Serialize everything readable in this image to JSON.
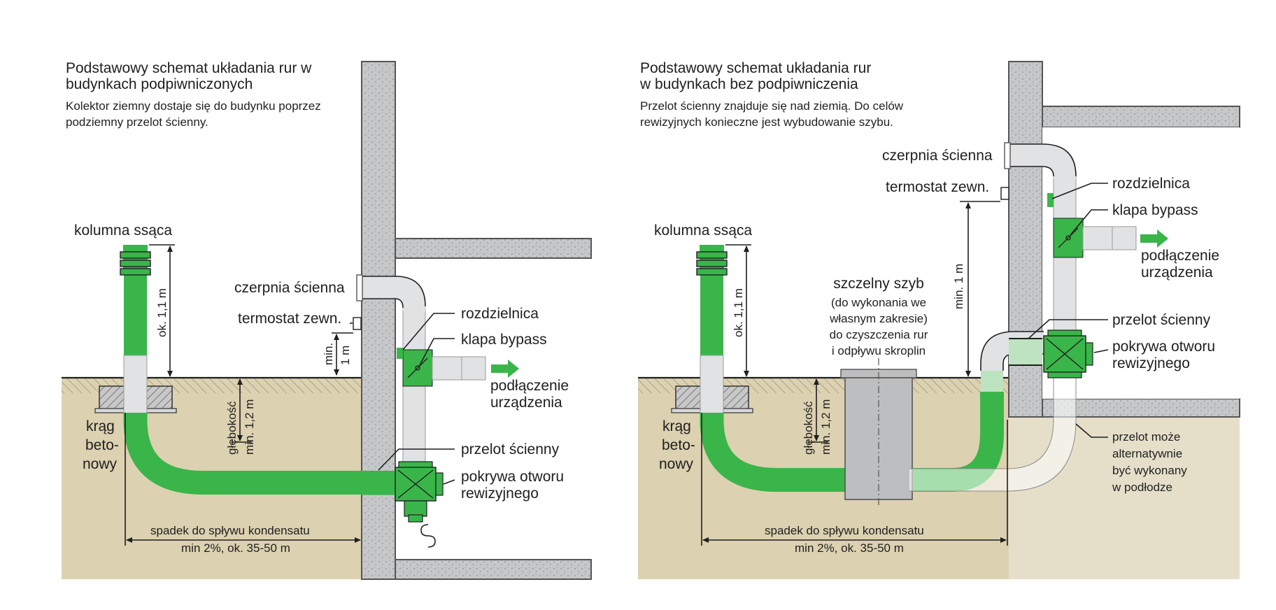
{
  "left": {
    "title_line1": "Podstawowy schemat układania rur w",
    "title_line2": "budynkach podpiwniczonych",
    "desc_line1": "Kolektor ziemny dostaje się do budynku poprzez",
    "desc_line2": "podziemny przelot ścienny.",
    "kolumna": "kolumna ssąca",
    "krag": [
      "krąg",
      "beto-",
      "nowy"
    ],
    "ok11": "ok. 1,1 m",
    "glebokosc": "głębokość",
    "min12": "min. 1,2 m",
    "spadek1": "spadek do spływu kondensatu",
    "spadek2": "min 2%, ok. 35-50 m",
    "czerpnia": "czerpnia ścienna",
    "termostat": "termostat zewn.",
    "min": "min.",
    "one_m": "1 m",
    "rozdzielnica": "rozdzielnica",
    "klapa": "klapa bypass",
    "podl1": "podłączenie",
    "podl2": "urządzenia",
    "przelot": "przelot ścienny",
    "pokrywa1": "pokrywa otworu",
    "pokrywa2": "rewizyjnego"
  },
  "right": {
    "title_line1": "Podstawowy schemat układania rur",
    "title_line2": "w budynkach bez podpiwniczenia",
    "desc_line1": "Przelot ścienny znajduje się nad ziemią. Do celów",
    "desc_line2": "rewizyjnych konieczne jest wybudowanie szybu.",
    "kolumna": "kolumna ssąca",
    "krag": [
      "krąg",
      "beto-",
      "nowy"
    ],
    "ok11": "ok. 1,1 m",
    "glebokosc": "głębokość",
    "min12": "min. 1,2 m",
    "spadek1": "spadek do spływu kondensatu",
    "spadek2": "min 2%, ok. 35-50 m",
    "szyb": [
      "szczelny szyb",
      "(do wykonania we",
      "własnym zakresie)",
      "do czyszczenia rur",
      "i odpływu skroplin"
    ],
    "min1m": "min. 1 m",
    "czerpnia": "czerpnia ścienna",
    "termostat": "termostat zewn.",
    "rozdzielnica": "rozdzielnica",
    "klapa": "klapa bypass",
    "podl1": "podłączenie",
    "podl2": "urządzenia",
    "przelot": "przelot ścienny",
    "pokrywa1": "pokrywa otworu",
    "pokrywa2": "rewizyjnego",
    "alt": [
      "przelot może",
      "alternatywnie",
      "być wykonany",
      "w podłodze"
    ]
  },
  "colors": {
    "pipe_green": "#3ab54a",
    "pipe_light": "#e1e2e3",
    "soil": "#dcd1b0",
    "wall": "#c3c4c5",
    "ink": "#1f1f1f"
  }
}
